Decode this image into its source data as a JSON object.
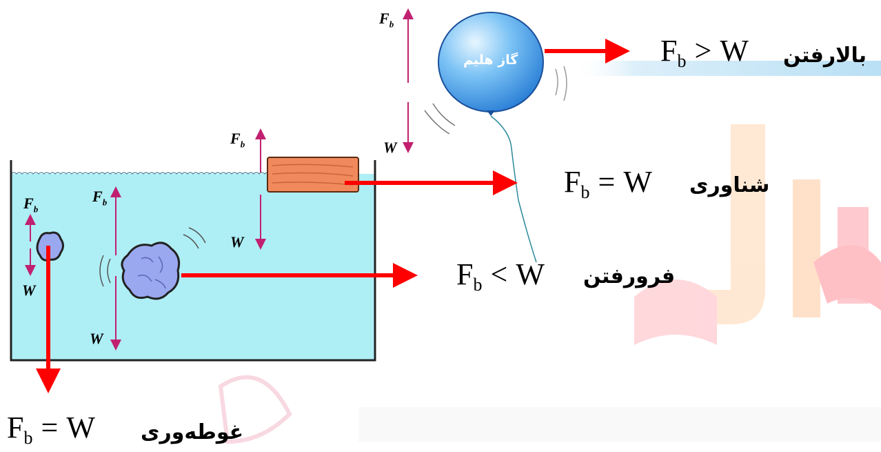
{
  "balloon": {
    "label": "گاز هلیم"
  },
  "cases": {
    "rising": {
      "label": "بالارفتن",
      "lhs": "F",
      "sub": "b",
      "op": ">",
      "rhs": "W"
    },
    "floating": {
      "label": "شناوری",
      "lhs": "F",
      "sub": "b",
      "op": "=",
      "rhs": "W"
    },
    "sinking": {
      "label": "فرورفتن",
      "lhs": "F",
      "sub": "b",
      "op": "<",
      "rhs": "W"
    },
    "submerged": {
      "label": "غوطه‌وری",
      "lhs": "F",
      "sub": "b",
      "op": "=",
      "rhs": "W"
    }
  },
  "force_labels": {
    "buoyancy": "F",
    "buoyancy_sub": "b",
    "weight": "W"
  },
  "colors": {
    "arrow": "#ff0000",
    "water": "#aeeef5",
    "block": "#f08a5d",
    "balloon": "#4da6f0",
    "force_arrow": "#c0206f"
  }
}
